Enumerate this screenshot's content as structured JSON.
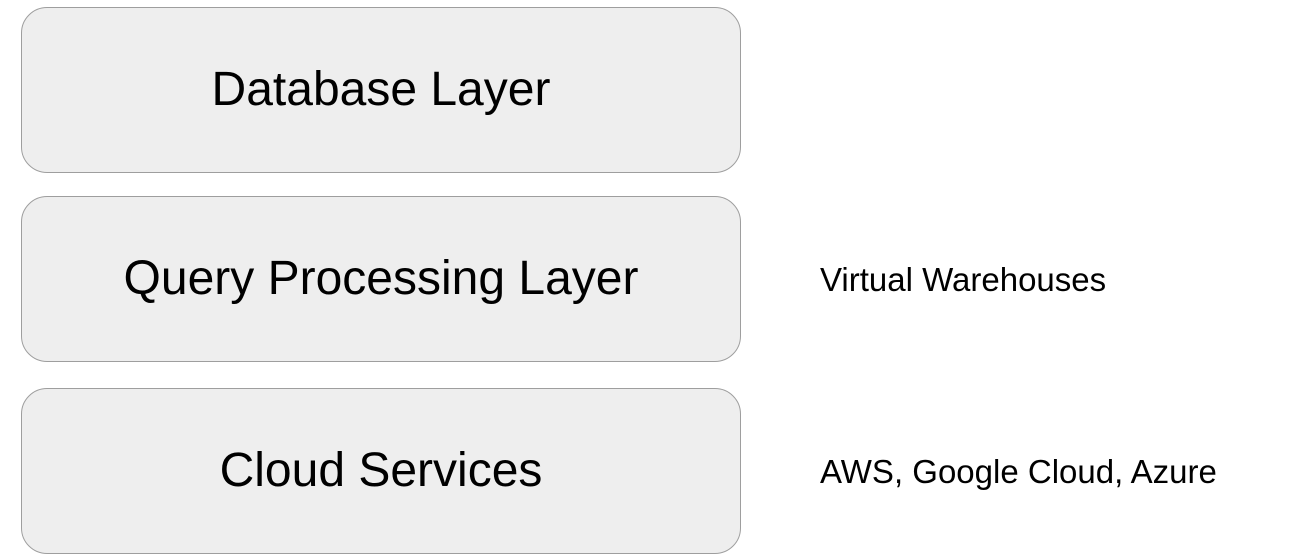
{
  "layers": [
    {
      "label": "Database Layer",
      "note": ""
    },
    {
      "label": "Query Processing Layer",
      "note": "Virtual Warehouses"
    },
    {
      "label": "Cloud Services",
      "note": "AWS, Google Cloud, Azure"
    }
  ],
  "colors": {
    "box_fill": "#eeeeee",
    "box_border": "#9e9e9e",
    "text": "#000000",
    "background": "#ffffff"
  }
}
